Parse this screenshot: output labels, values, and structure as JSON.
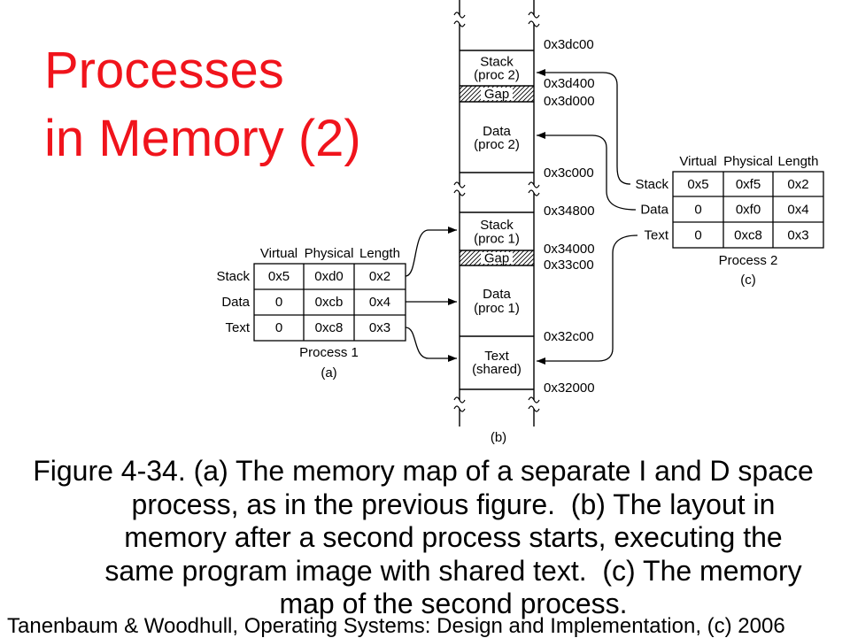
{
  "slide": {
    "title": [
      "Processes",
      "in Memory (2)"
    ],
    "title_color": "#f0141c"
  },
  "memory_layout": {
    "panel_label": "(b)",
    "segments": {
      "stack_proc2": [
        "Stack",
        "(proc 2)"
      ],
      "gap_upper": "Gap",
      "data_proc2": [
        "Data",
        "(proc 2)"
      ],
      "stack_proc1": [
        "Stack",
        "(proc 1)"
      ],
      "gap_lower": "Gap",
      "data_proc1": [
        "Data",
        "(proc 1)"
      ],
      "text_shared": [
        "Text",
        "(shared)"
      ]
    },
    "addresses": [
      "0x3dc00",
      "0x3d400",
      "0x3d000",
      "0x3c000",
      "0x34800",
      "0x34000",
      "0x33c00",
      "0x32c00",
      "0x32000"
    ]
  },
  "process1_map": {
    "columns": [
      "Virtual",
      "Physical",
      "Length"
    ],
    "rows": [
      {
        "segment": "Stack",
        "virtual": "0x5",
        "physical": "0xd0",
        "length": "0x2"
      },
      {
        "segment": "Data",
        "virtual": "0",
        "physical": "0xcb",
        "length": "0x4"
      },
      {
        "segment": "Text",
        "virtual": "0",
        "physical": "0xc8",
        "length": "0x3"
      }
    ],
    "title": "Process 1",
    "panel_label": "(a)"
  },
  "process2_map": {
    "columns": [
      "Virtual",
      "Physical",
      "Length"
    ],
    "rows": [
      {
        "segment": "Stack",
        "virtual": "0x5",
        "physical": "0xf5",
        "length": "0x2"
      },
      {
        "segment": "Data",
        "virtual": "0",
        "physical": "0xf0",
        "length": "0x4"
      },
      {
        "segment": "Text",
        "virtual": "0",
        "physical": "0xc8",
        "length": "0x3"
      }
    ],
    "title": "Process 2",
    "panel_label": "(c)"
  },
  "caption": {
    "lines": [
      "Figure 4-34. (a) The memory map of a separate I and D space",
      "process, as in the previous figure.  (b) The layout in",
      "memory after a second process starts, executing the",
      "same program image with shared text.  (c) The memory",
      "map of the second process."
    ]
  },
  "footer": "Tanenbaum & Woodhull, Operating Systems: Design and Implementation, (c) 2006"
}
